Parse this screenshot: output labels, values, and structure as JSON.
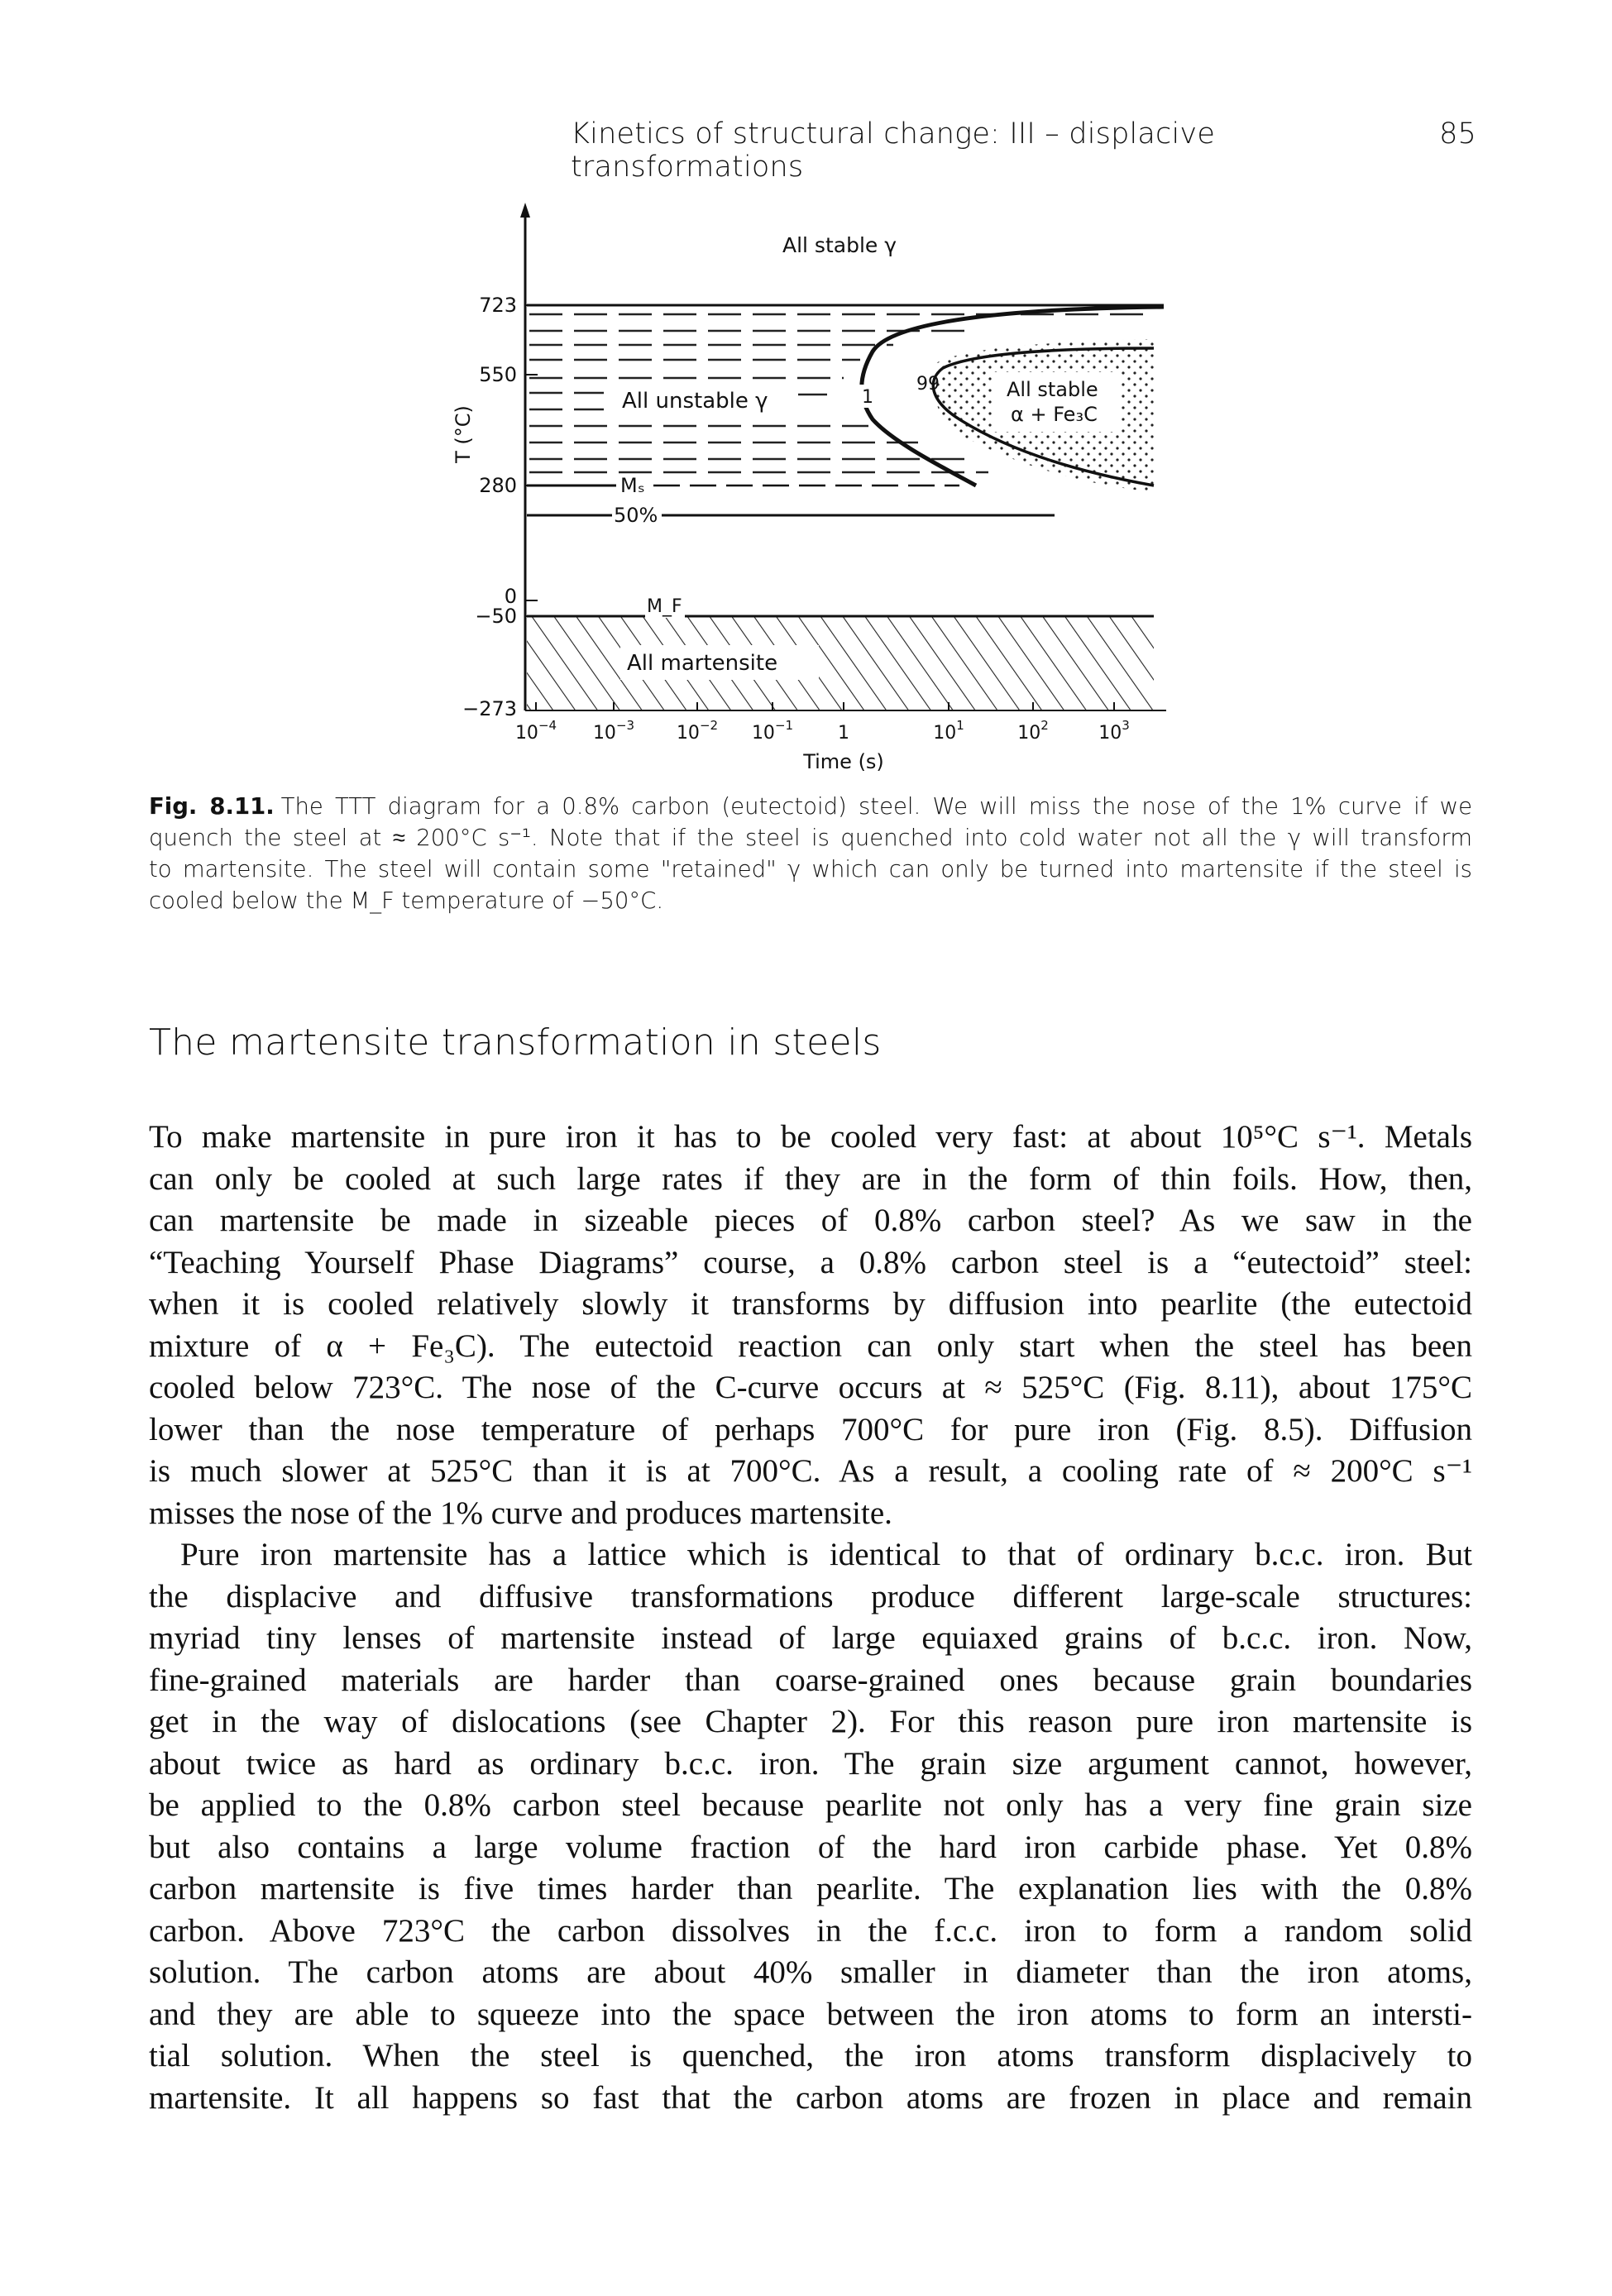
{
  "running_head": {
    "title": "Kinetics of structural change: III – displacive transformations",
    "page_number": "85"
  },
  "figure": {
    "y_axis_label": "T (°C)",
    "y_ticks": [
      "723",
      "550",
      "280",
      "0",
      "−50",
      "−273"
    ],
    "x_ticks": [
      "10",
      "10",
      "10",
      "10",
      "1",
      "10",
      "10",
      "10"
    ],
    "x_tick_exponents": [
      "−4",
      "−3",
      "−2",
      "−1",
      "",
      "1",
      "2",
      "3"
    ],
    "x_axis_label": "Time (s)",
    "region_labels": {
      "all_stable_gamma": "All stable γ",
      "all_unstable_gamma": "All unstable γ",
      "all_stable_alpha_line1": "All stable",
      "all_stable_alpha_line2": "α + Fe₃C",
      "all_martensite": "All martensite"
    },
    "curve_labels": {
      "one_percent": "1",
      "ninety_nine_percent": "99",
      "ms": "Mₛ",
      "fifty_percent": "50%",
      "mf": "M_F"
    }
  },
  "caption": {
    "label": "Fig. 8.11.",
    "lines": [
      "The TTT diagram for a 0.8% carbon (eutectoid) steel. We will miss the nose of the 1% curve if we",
      "quench the steel at ≈ 200°C s⁻¹. Note that if the steel is quenched into cold water not all the γ will transform",
      "to martensite. The steel will contain some \"retained\" γ which can only be turned into martensite if the steel is",
      "cooled below the M_F temperature of −50°C."
    ]
  },
  "section_heading": "The martensite transformation in steels",
  "paragraphs": [
    [
      "To make martensite in pure iron it has to be cooled very fast: at about 10⁵°C s⁻¹. Metals",
      "can only be cooled at such large rates if they are in the form of thin foils. How, then,",
      "can martensite be made in sizeable pieces of 0.8% carbon steel? As we saw in the",
      "“Teaching Yourself Phase Diagrams” course, a 0.8% carbon steel is a “eutectoid” steel:",
      "when it is cooled relatively slowly it transforms by diffusion into pearlite (the eutectoid",
      "mixture of α + Fe₃C). The eutectoid reaction can only start when the steel has been",
      "cooled below 723°C. The nose of the C-curve occurs at ≈ 525°C (Fig. 8.11), about 175°C",
      "lower than the nose temperature of perhaps 700°C for pure iron (Fig. 8.5). Diffusion",
      "is much slower at 525°C than it is at 700°C. As a result, a cooling rate of ≈ 200°C s⁻¹",
      "misses the nose of the 1% curve and produces martensite."
    ],
    [
      "Pure iron martensite has a lattice which is identical to that of ordinary b.c.c. iron. But",
      "the displacive and diffusive transformations produce different large-scale structures:",
      "myriad tiny lenses of martensite instead of large equiaxed grains of b.c.c. iron. Now,",
      "fine-grained materials are harder than coarse-grained ones because grain boundaries",
      "get in the way of dislocations (see Chapter 2). For this reason pure iron martensite is",
      "about twice as hard as ordinary b.c.c. iron. The grain size argument cannot, however,",
      "be applied to the 0.8% carbon steel because pearlite not only has a very fine grain size",
      "but also contains a large volume fraction of the hard iron carbide phase. Yet 0.8%",
      "carbon martensite is five times harder than pearlite. The explanation lies with the 0.8%",
      "carbon. Above 723°C the carbon dissolves in the f.c.c. iron to form a random solid",
      "solution. The carbon atoms are about 40% smaller in diameter than the iron atoms,",
      "and they are able to squeeze into the space between the iron atoms to form an intersti-",
      "tial solution. When the steel is quenched, the iron atoms transform displacively to",
      "martensite. It all happens so fast that the carbon atoms are frozen in place and remain"
    ]
  ]
}
